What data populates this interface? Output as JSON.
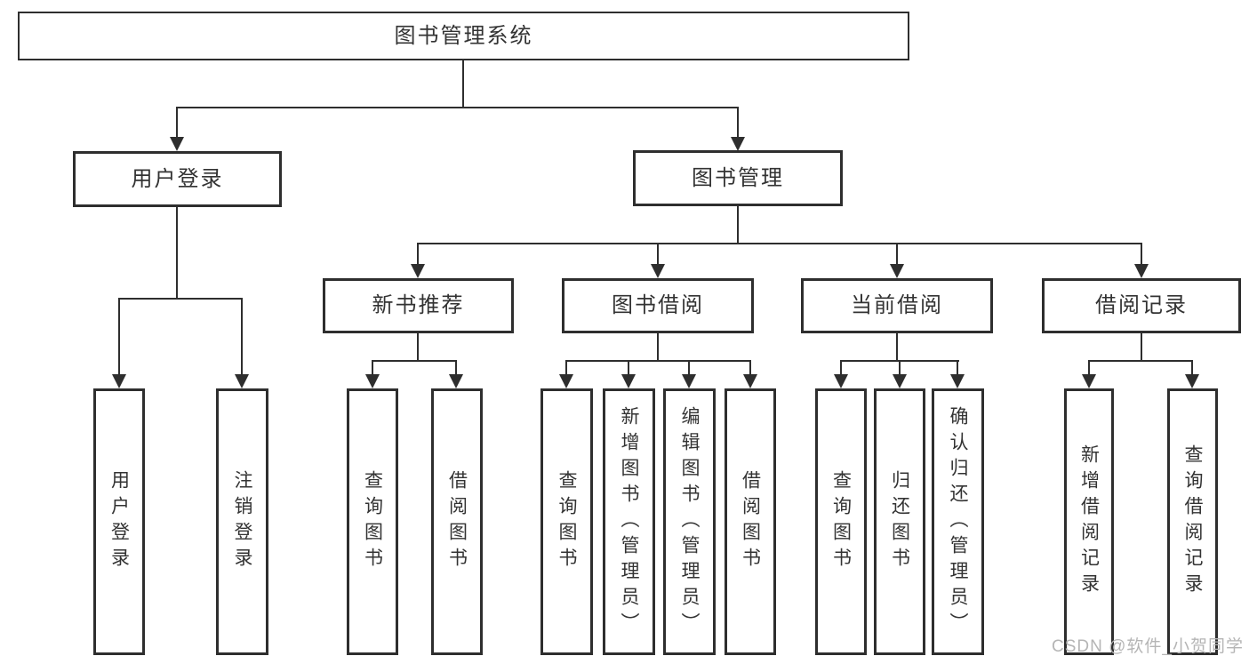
{
  "tree": {
    "root": {
      "label": "图书管理系统"
    },
    "user_login": {
      "label": "用户登录",
      "children": [
        "用户登录",
        "注销登录"
      ]
    },
    "book_management": {
      "label": "图书管理",
      "sections": {
        "new_book_recommend": {
          "label": "新书推荐",
          "children": [
            "查询图书",
            "借阅图书"
          ]
        },
        "book_borrow": {
          "label": "图书借阅",
          "children": [
            "查询图书",
            "新增图书（管理员）",
            "编辑图书（管理员）",
            "借阅图书"
          ]
        },
        "current_borrow": {
          "label": "当前借阅",
          "children": [
            "查询图书",
            "归还图书",
            "确认归还（管理员）"
          ]
        },
        "borrow_records": {
          "label": "借阅记录",
          "children": [
            "新增借阅记录",
            "查询借阅记录"
          ]
        }
      }
    }
  },
  "watermark": {
    "text": "CSDN @软件_小贺同学"
  },
  "colors": {
    "line": "#2e2e2e",
    "text": "#333333",
    "watermark": "#b5b5b5",
    "background": "#ffffff"
  }
}
